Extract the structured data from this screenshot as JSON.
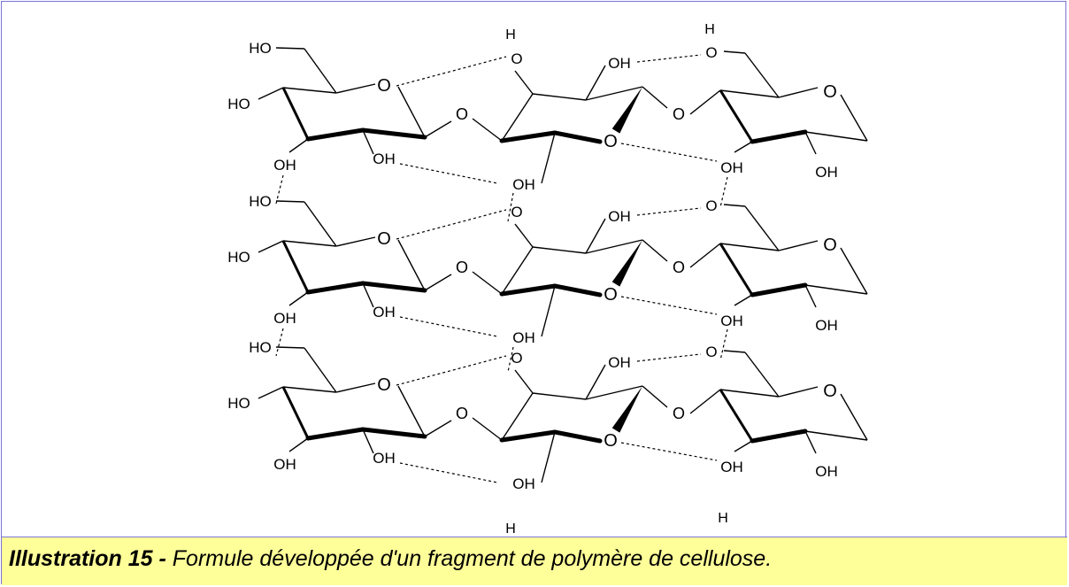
{
  "caption": {
    "label": "Illustration 15",
    "separator": " - ",
    "text": "Formule développée d'un fragment de polymère de cellulose."
  },
  "atoms": {
    "ho": "HO",
    "oh": "OH",
    "o": "O",
    "h": "H",
    "hoh_left": "HO",
    "oh_ring": "OH"
  },
  "colors": {
    "border": "#7a74d6",
    "caption_bg": "#ffff99",
    "ink": "#000000"
  }
}
